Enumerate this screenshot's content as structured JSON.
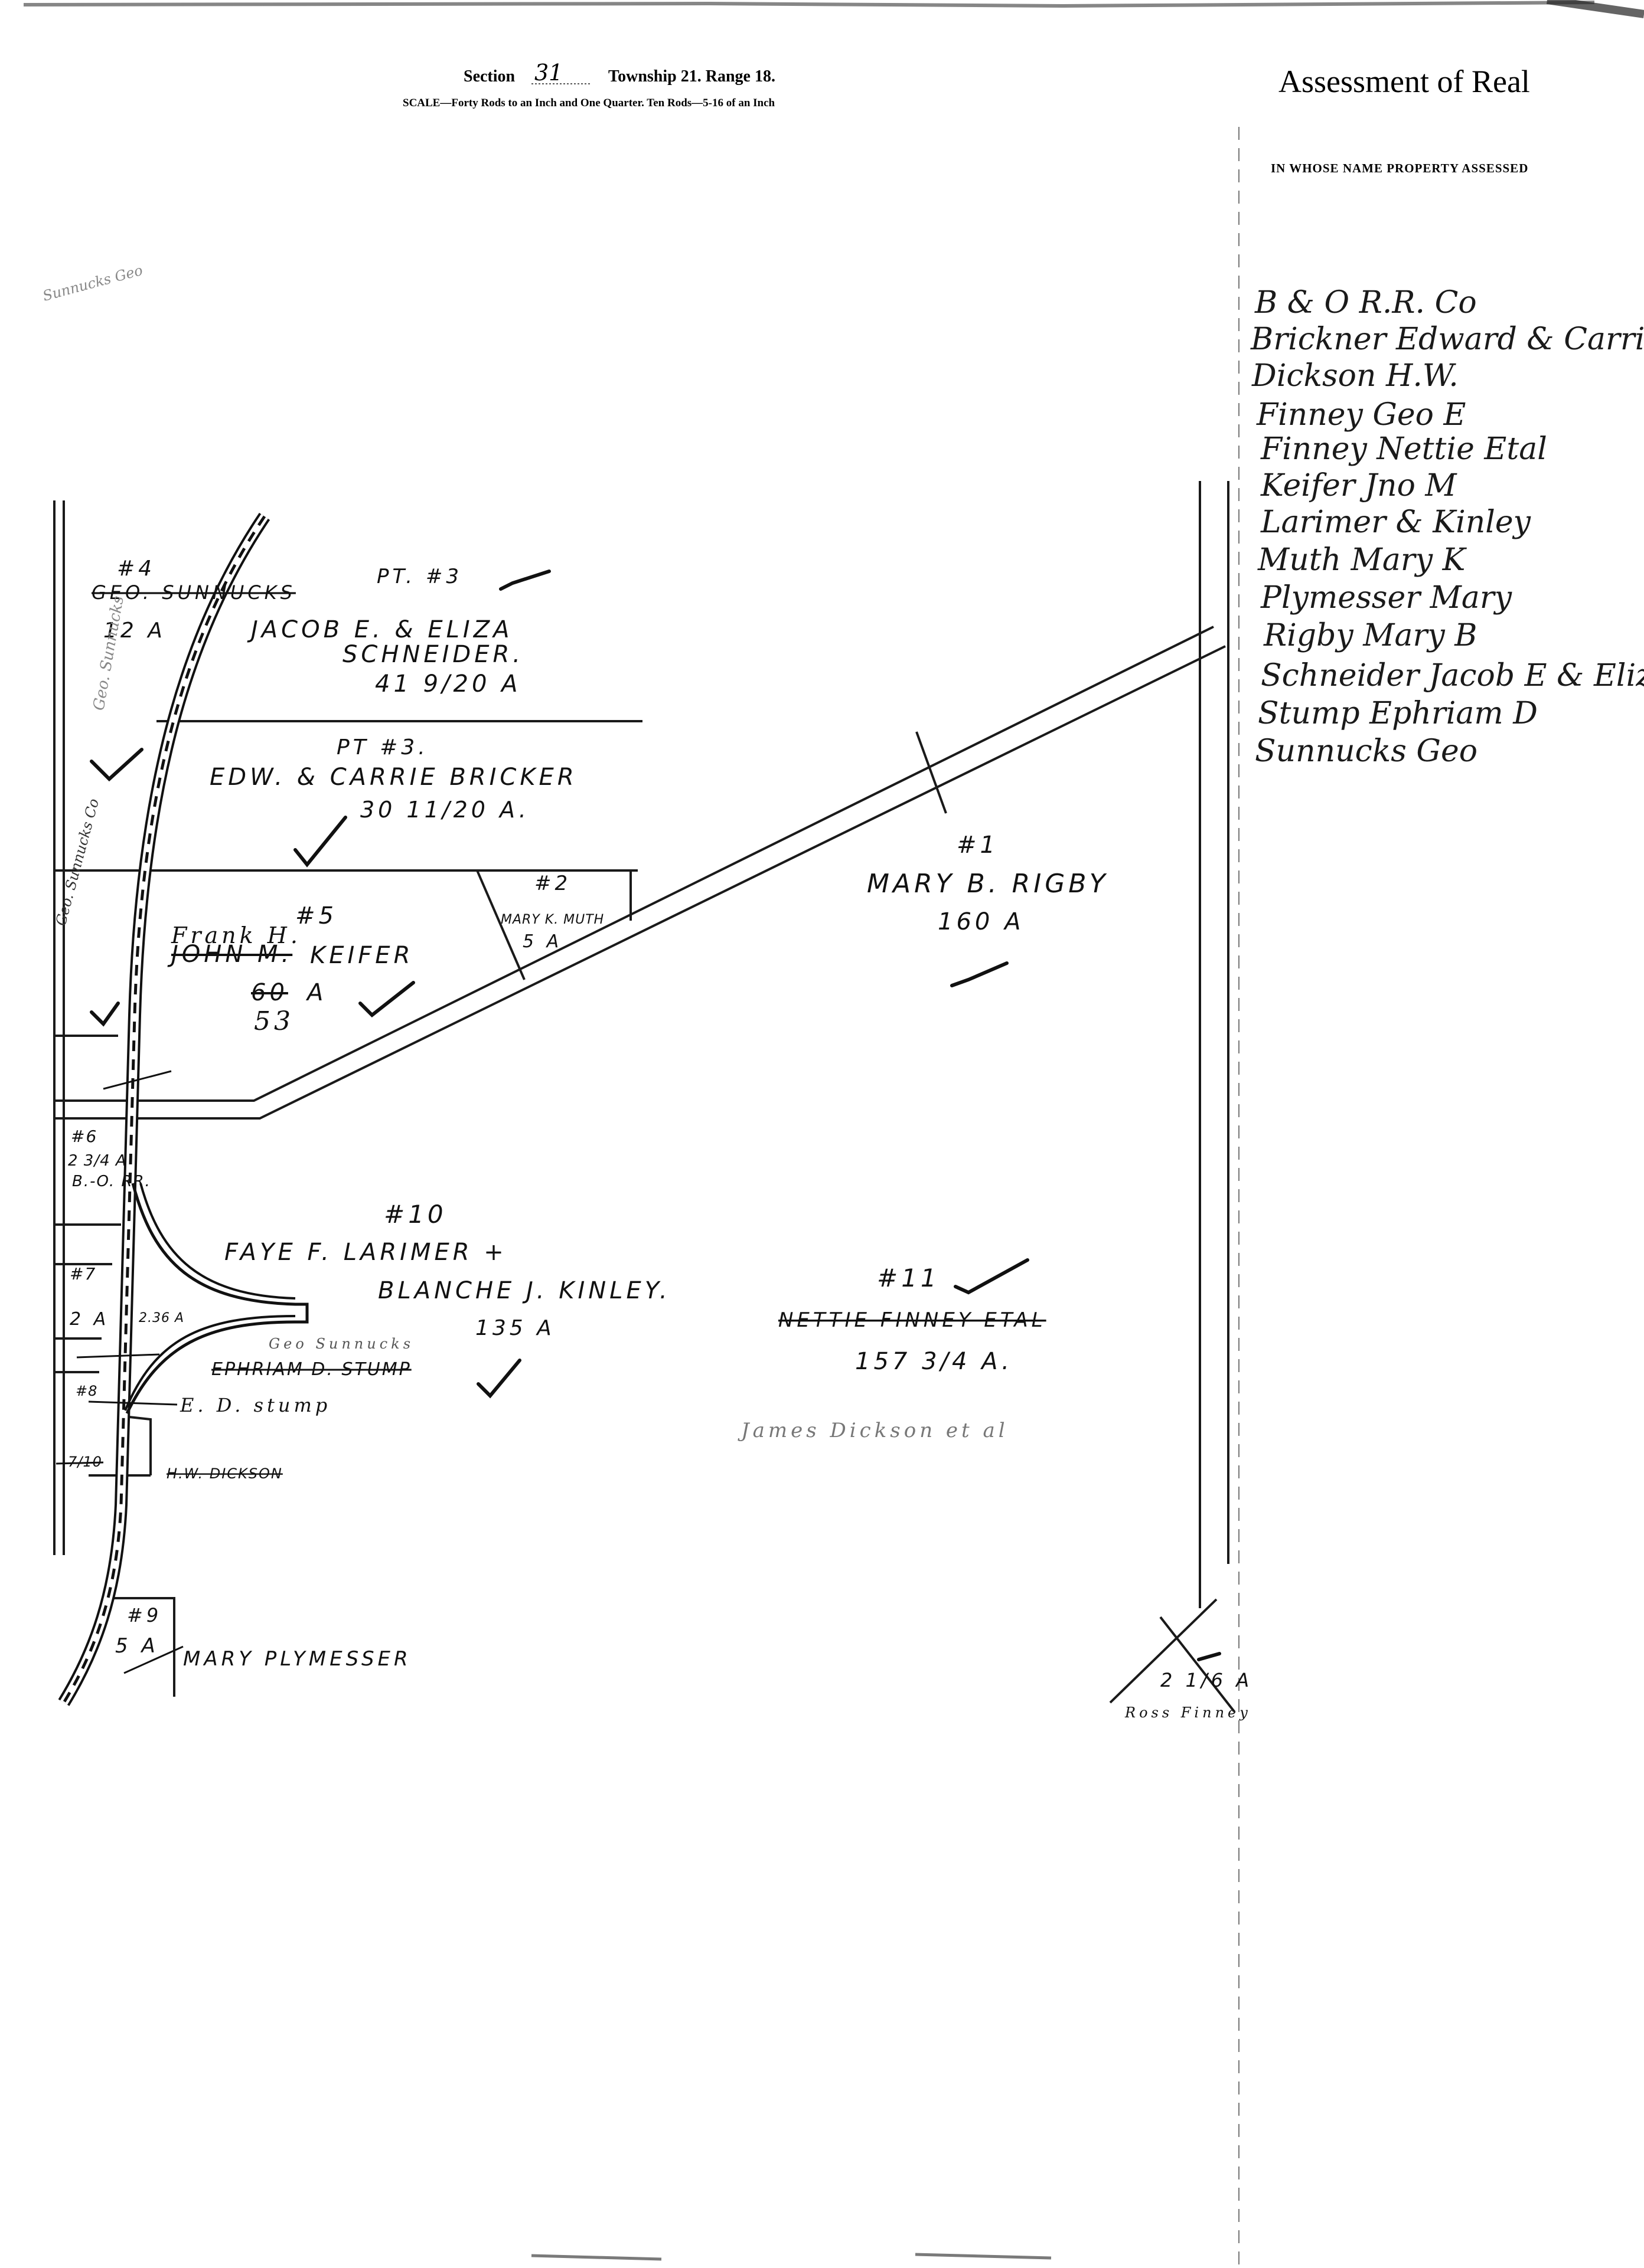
{
  "header": {
    "section_label": "Section",
    "section_value": "31",
    "township_text": "Township 21.  Range 18.",
    "scale_text": "SCALE—Forty Rods to an Inch and One Quarter.   Ten Rods—5-16 of an Inch"
  },
  "side_panel": {
    "title": "Assessment of Real",
    "column_heading": "IN WHOSE NAME PROPERTY ASSESSED",
    "owners": [
      "B & O R.R. Co",
      "Brickner Edward & Carrie",
      "Dickson H.W.",
      "Finney Geo E",
      "Finney Nettie Etal",
      "Keifer Jno M",
      "Larimer & Kinley",
      "Muth Mary K",
      "Plymesser Mary",
      "Rigby Mary B",
      "Schneider Jacob E & Eliz.",
      "Stump Ephriam D",
      "Sunnucks Geo"
    ]
  },
  "parcels": {
    "p4": {
      "number": "#4",
      "owner_struck": "GEO. SUNNUCKS",
      "area": "12 A"
    },
    "pt3a": {
      "number": "PT. #3",
      "owner_line1": "JACOB E. & ELIZA",
      "owner_line2": "SCHNEIDER.",
      "area": "41 9/20 A"
    },
    "pt3b": {
      "number": "PT #3.",
      "owner": "EDW. & CARRIE BRICKER",
      "area": "30 11/20 A."
    },
    "p5": {
      "number": "#5",
      "owner_struck": "JOHN M.",
      "owner_handwritten": "Frank H.",
      "owner": "KEIFER",
      "area_struck": "60",
      "area_unit": "A",
      "area_handwritten": "53"
    },
    "p2": {
      "number": "#2",
      "owner": "MARY K. MUTH",
      "area": "5 A"
    },
    "p1": {
      "number": "#1",
      "owner": "MARY B. RIGBY",
      "area": "160 A"
    },
    "p6": {
      "number": "#6",
      "area": "2 3/4 A",
      "owner": "B.-O. RR."
    },
    "p10": {
      "number": "#10",
      "owner_line1": "FAYE F. LARIMER +",
      "owner_line2": "BLANCHE J. KINLEY.",
      "area": "135 A"
    },
    "p11": {
      "number": "#11",
      "owner_struck": "NETTIE FINNEY ETAL",
      "area": "157 3/4 A.",
      "owner_handwritten": "James Dickson et al"
    },
    "p7": {
      "number": "#7",
      "area": "2 A",
      "area_inner": "2.36 A"
    },
    "p8": {
      "number": "#8",
      "area": "7/10",
      "owner_struck_1": "EPHRIAM D. STUMP",
      "owner_handwritten_1": "Geo Sunnucks",
      "owner_handwritten_2": "E. D. stump",
      "owner_struck_2": "H.W. DICKSON"
    },
    "p9": {
      "number": "#9",
      "area": "5 A",
      "owner": "MARY PLYMESSER"
    },
    "corner": {
      "area": "2 1/6 A",
      "owner_handwritten": "Ross Finney"
    }
  },
  "marginal_notes": {
    "left_top": "Geo. Sunnucks",
    "left_mid": "Sunnucks Geo",
    "left_lower": "Geo. Sunnucks Co"
  }
}
